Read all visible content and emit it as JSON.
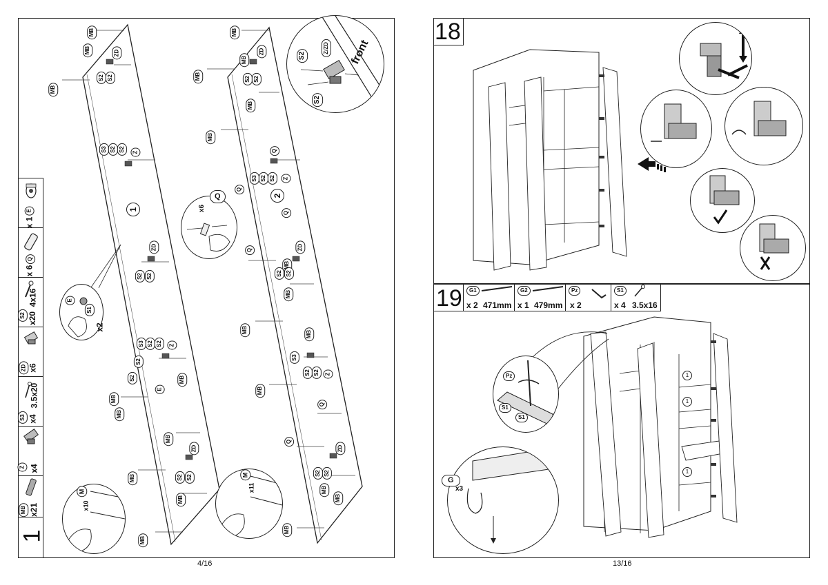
{
  "left_page": {
    "step": "1",
    "footer": "4/16",
    "parts": [
      {
        "code": "E",
        "qty": "x 1",
        "icon": "cam-lock-icon"
      },
      {
        "code": "Q",
        "qty": "x 6",
        "icon": "dowel-icon"
      },
      {
        "code": "S2",
        "qty": "x20",
        "size": "4x16",
        "icon": "screw-icon"
      },
      {
        "code": "ZD",
        "qty": "x6",
        "icon": "hinge-plate-icon"
      },
      {
        "code": "S3",
        "qty": "x4",
        "size": "3.5x20",
        "icon": "screw-icon"
      },
      {
        "code": "Z",
        "qty": "x4",
        "icon": "hinge-icon"
      },
      {
        "code": "MB",
        "qty": "x21",
        "icon": "minifix-bolt-icon"
      }
    ],
    "panel_labels": [
      "1",
      "2"
    ],
    "detail_front": {
      "text": "front",
      "codes": [
        "S2",
        "Z/ZD",
        "S2"
      ]
    },
    "detail_dowel": {
      "code": "Q",
      "qty": "x6"
    },
    "detail_cam": {
      "codes": [
        "E",
        "S1"
      ],
      "qty": "x2"
    },
    "detail_bolt_left": {
      "code": "M",
      "qty": "x10"
    },
    "detail_bolt_right": {
      "code": "M",
      "qty": "x11"
    },
    "callouts": [
      "MB",
      "ZD",
      "S2",
      "S3",
      "Z",
      "Q",
      "E"
    ]
  },
  "right_page": {
    "footer": "13/16",
    "step18": {
      "num": "18"
    },
    "step19": {
      "num": "19",
      "parts": [
        {
          "code": "G1",
          "qty": "x 2",
          "size": "471mm"
        },
        {
          "code": "G2",
          "qty": "x 1",
          "size": "479mm"
        },
        {
          "code": "Pz",
          "qty": "x 2",
          "size": ""
        },
        {
          "code": "S1",
          "qty": "x 4",
          "size": "3.5x16"
        }
      ],
      "detail_pz": {
        "codes": [
          "Pz",
          "S1",
          "S1"
        ]
      },
      "detail_g": {
        "code": "G",
        "qty": "x3"
      },
      "marker": "1"
    }
  }
}
